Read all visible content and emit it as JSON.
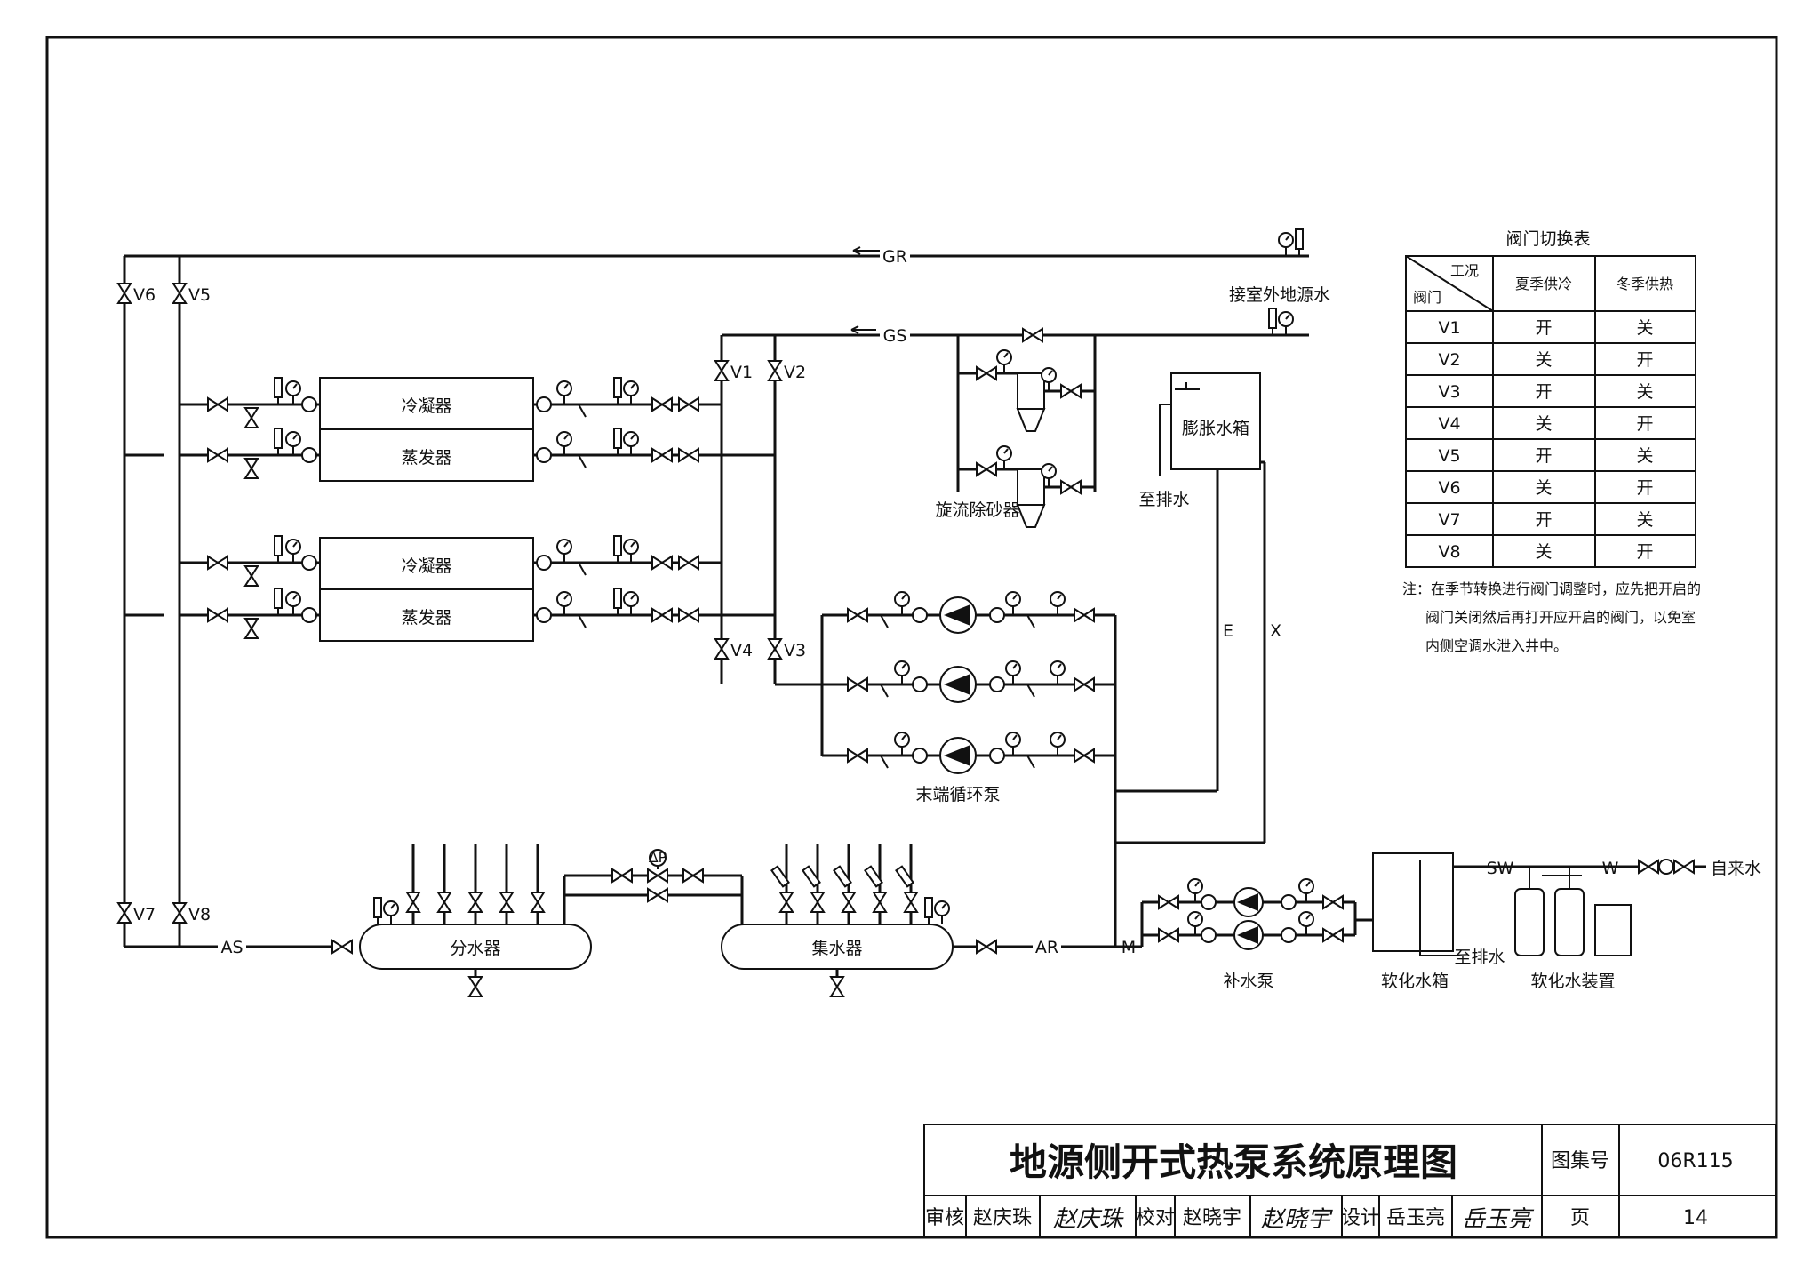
{
  "drawing": {
    "lines": {
      "GR": "GR",
      "GS": "GS",
      "AS": "AS",
      "AR": "AR",
      "M": "M",
      "SW": "SW",
      "W": "W",
      "E": "E",
      "X": "X"
    },
    "valves": [
      "V1",
      "V2",
      "V3",
      "V4",
      "V5",
      "V6",
      "V7",
      "V8"
    ],
    "components": {
      "condenser": "冷凝器",
      "evaporator": "蒸发器",
      "cyclone_sand_separator": "旋流除砂器",
      "expansion_tank": "膨胀水箱",
      "to_drain": "至排水",
      "terminal_pump": "末端循环泵",
      "water_distributor": "分水器",
      "water_collector": "集水器",
      "makeup_pump": "补水泵",
      "softened_water_tank": "软化水箱",
      "water_softener": "软化水装置",
      "tap_water": "自来水",
      "outdoor_ground_source": "接室外地源水",
      "dp": "ΔP"
    }
  },
  "valve_table": {
    "title": "阀门切换表",
    "header_corner_top": "工况",
    "header_corner_bottom": "阀门",
    "col_summer": "夏季供冷",
    "col_winter": "冬季供热",
    "rows": [
      {
        "valve": "V1",
        "summer": "开",
        "winter": "关"
      },
      {
        "valve": "V2",
        "summer": "关",
        "winter": "开"
      },
      {
        "valve": "V3",
        "summer": "开",
        "winter": "关"
      },
      {
        "valve": "V4",
        "summer": "关",
        "winter": "开"
      },
      {
        "valve": "V5",
        "summer": "开",
        "winter": "关"
      },
      {
        "valve": "V6",
        "summer": "关",
        "winter": "开"
      },
      {
        "valve": "V7",
        "summer": "开",
        "winter": "关"
      },
      {
        "valve": "V8",
        "summer": "关",
        "winter": "开"
      }
    ],
    "note_line1": "注：在季节转换进行阀门调整时，应先把开启的",
    "note_line2": "阀门关闭然后再打开应开启的阀门，以免室",
    "note_line3": "内侧空调水泄入井中。"
  },
  "title_block": {
    "title": "地源侧开式热泵系统原理图",
    "atlas_label": "图集号",
    "atlas_no": "06R115",
    "review_label": "审核",
    "reviewer": "赵庆珠",
    "reviewer_sig": "赵庆珠",
    "check_label": "校对",
    "checker": "赵晓宇",
    "checker_sig": "赵晓宇",
    "design_label": "设计",
    "designer": "岳玉亮",
    "designer_sig": "岳玉亮",
    "page_label": "页",
    "page_no": "14"
  }
}
